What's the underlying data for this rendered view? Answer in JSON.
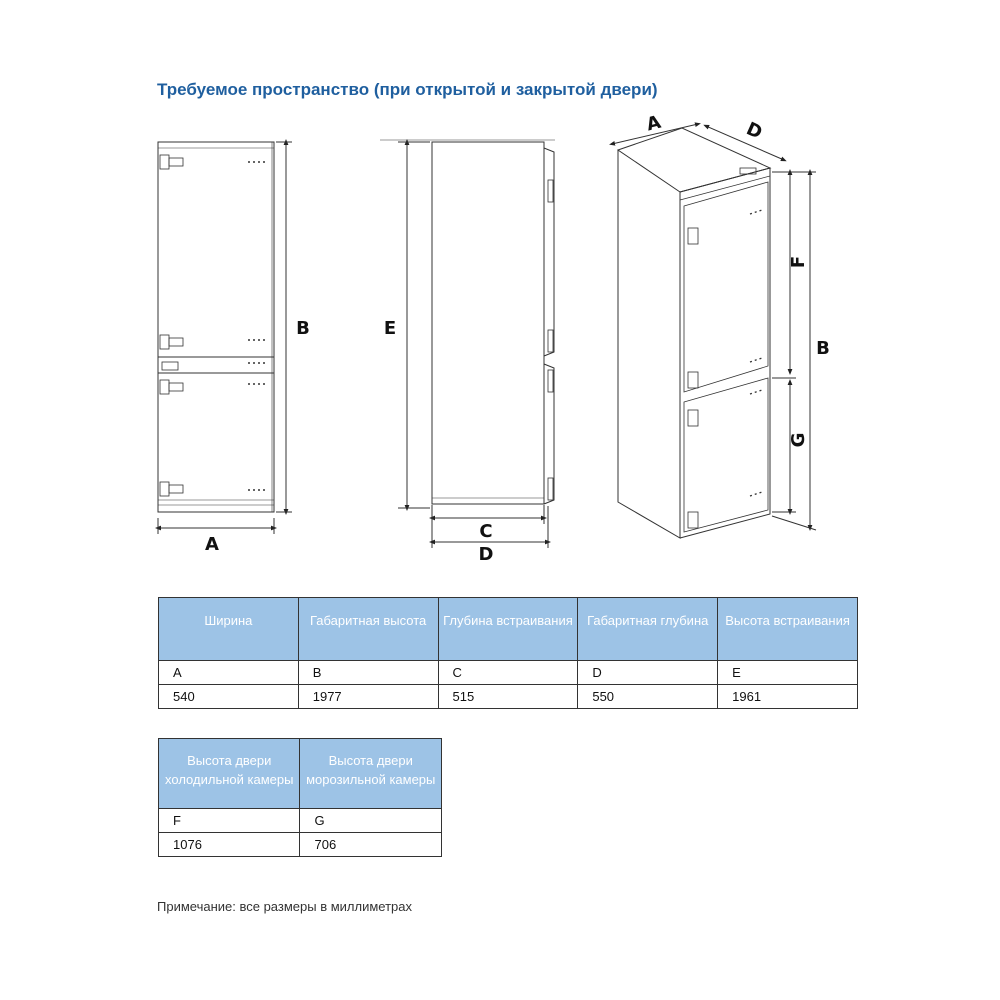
{
  "title": "Требуемое пространство (при открытой и закрытой двери)",
  "drawing": {
    "front_labels": {
      "width": "A",
      "height": "B"
    },
    "side_labels": {
      "embed_height": "E",
      "embed_depth": "C",
      "total_depth": "D"
    },
    "iso_labels": {
      "width": "A",
      "depth": "D",
      "total_height": "B",
      "fridge_door": "F",
      "freezer_door": "G"
    }
  },
  "table1": {
    "headers": [
      "Ширина",
      "Габаритная высота",
      "Глубина встраивания",
      "Габаритная глубина",
      "Высота встраивания"
    ],
    "codes": [
      "A",
      "B",
      "C",
      "D",
      "E"
    ],
    "values": [
      "540",
      "1977",
      "515",
      "550",
      "1961"
    ]
  },
  "table2": {
    "headers": [
      "Высота двери холодильной камеры",
      "Высота двери морозильной камеры"
    ],
    "codes": [
      "F",
      "G"
    ],
    "values": [
      "1076",
      "706"
    ]
  },
  "note": "Примечание: все размеры в миллиметрах"
}
